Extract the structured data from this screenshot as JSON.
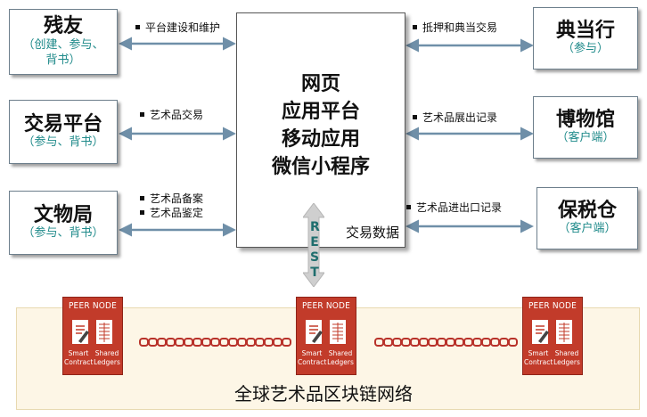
{
  "left_boxes": [
    {
      "name": "残友",
      "role_line1": "（创建、参与、",
      "role_line2": "背书）"
    },
    {
      "name": "交易平台",
      "role_line1": "（参与、背书）"
    },
    {
      "name": "文物局",
      "role_line1": "（参与、背书）"
    }
  ],
  "right_boxes": [
    {
      "name": "典当行",
      "role_line1": "（参与）"
    },
    {
      "name": "博物馆",
      "role_line1": "（客户端）"
    },
    {
      "name": "保税仓",
      "role_line1": "（客户端）"
    }
  ],
  "center": {
    "lines": [
      "网页",
      "应用平台",
      "移动应用",
      "微信小程序"
    ],
    "data_label": "交易数据"
  },
  "left_labels": {
    "row1": "平台建设和维护",
    "row2": "艺术品交易",
    "row3_a": "艺术品备案",
    "row3_b": "艺术品鉴定"
  },
  "right_labels": {
    "row1": "抵押和典当交易",
    "row2": "艺术品展出记录",
    "row3": "艺术品进出口记录"
  },
  "rest_label": "REST",
  "peer_node": {
    "title": "PEER NODE",
    "label_a_1": "Smart",
    "label_a_2": "Contract",
    "label_b_1": "Shared",
    "label_b_2": "Ledgers"
  },
  "network_title": "全球艺术品区块链网络",
  "colors": {
    "arrow": "#6f8fa8",
    "peer_red": "#c23b2a",
    "role_teal": "#1f8a8a",
    "chain_band": "#fdf6e6"
  }
}
